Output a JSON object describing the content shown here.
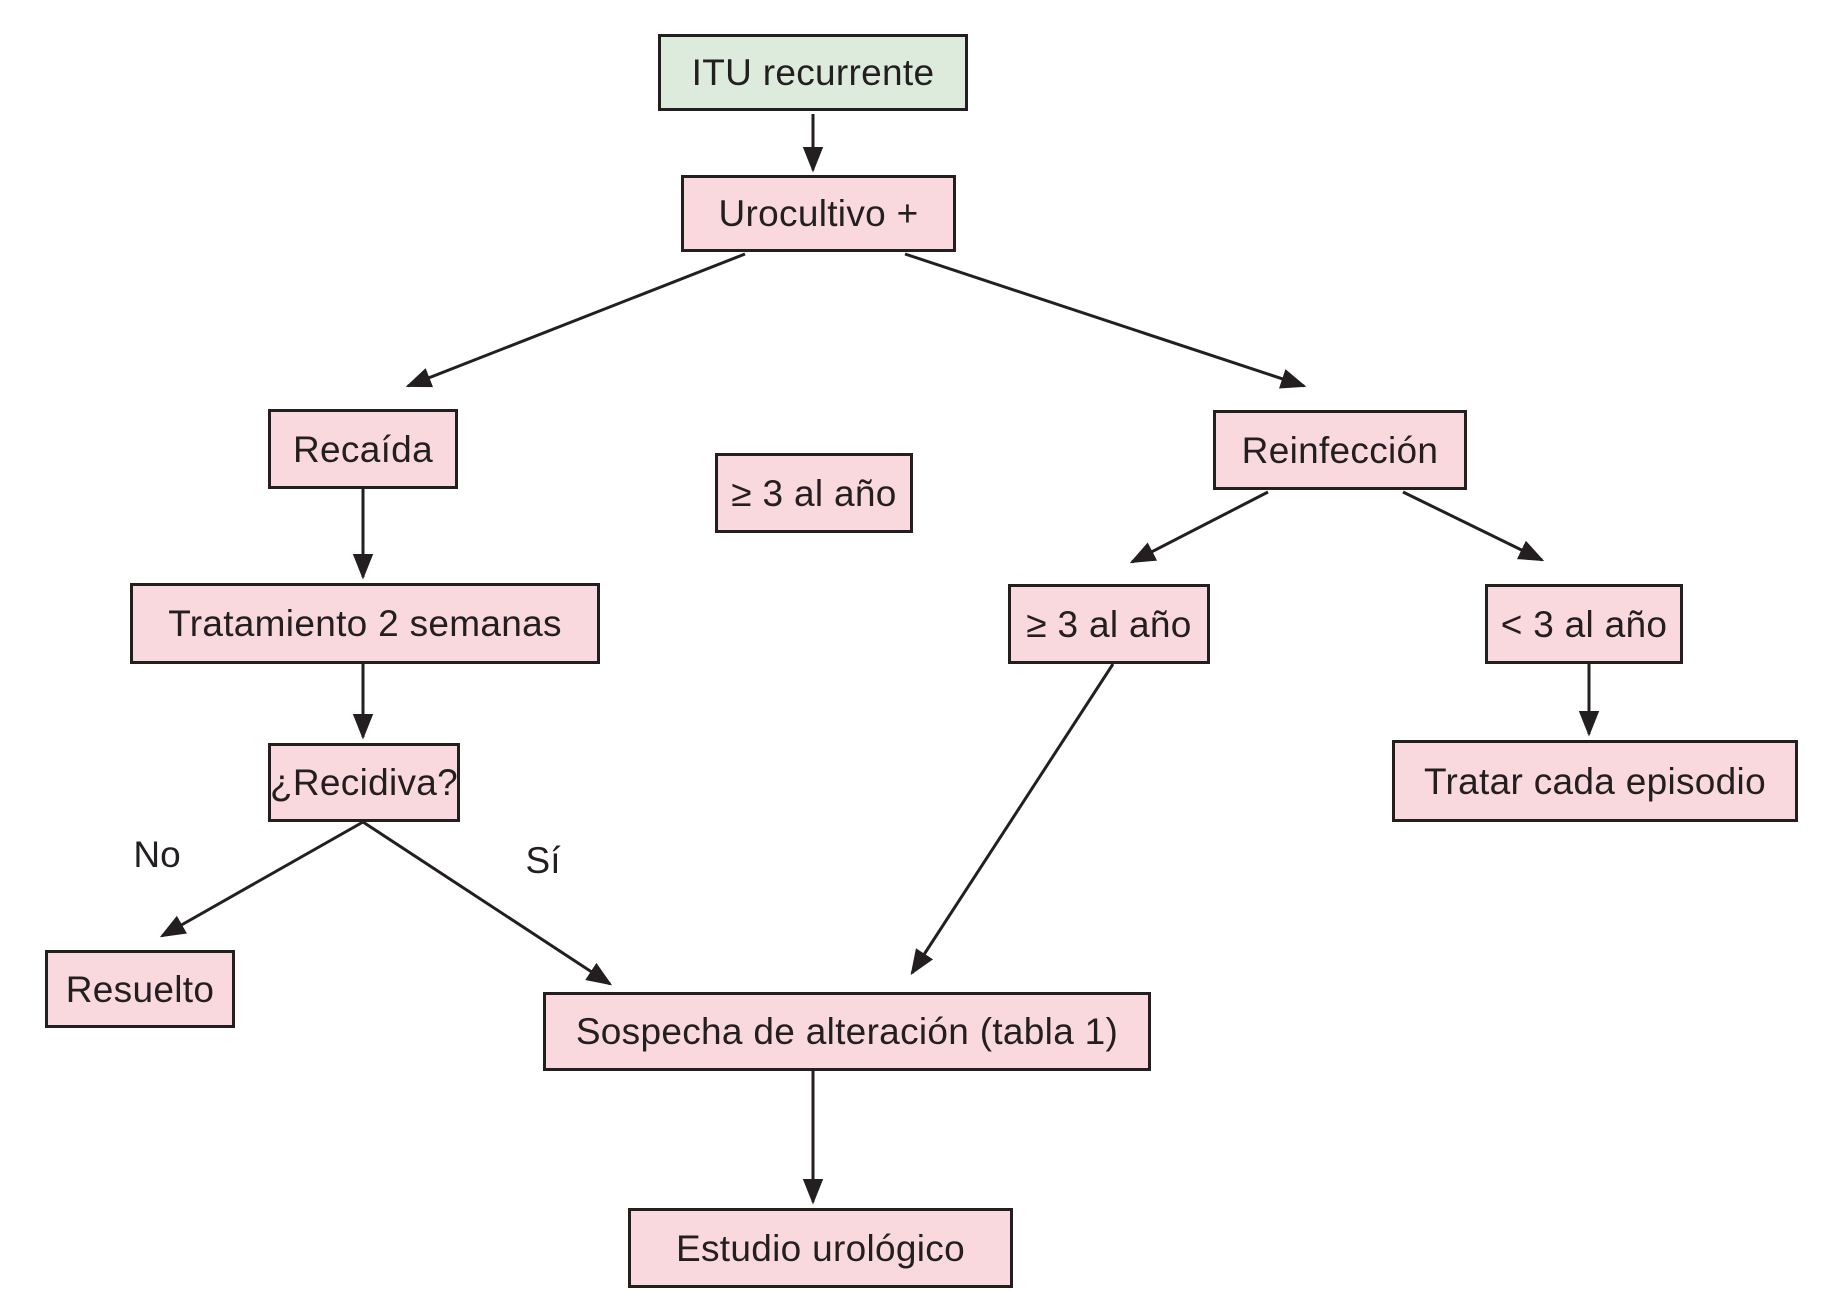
{
  "figure": {
    "type": "flowchart",
    "language": "es",
    "topic": "Manejo de la infección urinaria (ITU) recurrente"
  },
  "colors": {
    "node_green": "#dcebdc",
    "node_pink": "#f9d8de",
    "ink": "#231f20",
    "background": "#ffffff"
  },
  "nodes": [
    {
      "id": "itu-recurrente",
      "label": "ITU recurrente",
      "fill": "green"
    },
    {
      "id": "urocultivo",
      "label": "Urocultivo +",
      "fill": "pink"
    },
    {
      "id": "recaida",
      "label": "Recaída",
      "fill": "pink"
    },
    {
      "id": "criterio-recurrencia",
      "label": "≥ 3 al año",
      "fill": "pink"
    },
    {
      "id": "reinfeccion",
      "label": "Reinfección",
      "fill": "pink"
    },
    {
      "id": "tratamiento-2-semanas",
      "label": "Tratamiento 2 semanas",
      "fill": "pink"
    },
    {
      "id": "mayor-igual-3-al-ano",
      "label": "≥ 3 al año",
      "fill": "pink"
    },
    {
      "id": "menor-3-al-ano",
      "label": "< 3 al año",
      "fill": "pink"
    },
    {
      "id": "recidiva",
      "label": "¿Recidiva?",
      "fill": "pink"
    },
    {
      "id": "tratar-cada-episodio",
      "label": "Tratar cada episodio",
      "fill": "pink"
    },
    {
      "id": "resuelto",
      "label": "Resuelto",
      "fill": "pink"
    },
    {
      "id": "sospecha-alteracion",
      "label": "Sospecha de alteración (tabla 1)",
      "fill": "pink"
    },
    {
      "id": "estudio-urologico",
      "label": "Estudio urológico",
      "fill": "pink"
    }
  ],
  "edge_labels": {
    "no": "No",
    "si": "Sí"
  },
  "edges": [
    {
      "from": "itu-recurrente",
      "to": "urocultivo",
      "label": ""
    },
    {
      "from": "urocultivo",
      "to": "recaida",
      "label": ""
    },
    {
      "from": "urocultivo",
      "to": "reinfeccion",
      "label": ""
    },
    {
      "from": "recaida",
      "to": "tratamiento-2-semanas",
      "label": ""
    },
    {
      "from": "tratamiento-2-semanas",
      "to": "recidiva",
      "label": ""
    },
    {
      "from": "recidiva",
      "to": "resuelto",
      "label": "No"
    },
    {
      "from": "recidiva",
      "to": "sospecha-alteracion",
      "label": "Sí"
    },
    {
      "from": "reinfeccion",
      "to": "mayor-igual-3-al-ano",
      "label": ""
    },
    {
      "from": "reinfeccion",
      "to": "menor-3-al-ano",
      "label": ""
    },
    {
      "from": "mayor-igual-3-al-ano",
      "to": "sospecha-alteracion",
      "label": ""
    },
    {
      "from": "menor-3-al-ano",
      "to": "tratar-cada-episodio",
      "label": ""
    },
    {
      "from": "sospecha-alteracion",
      "to": "estudio-urologico",
      "label": ""
    }
  ]
}
